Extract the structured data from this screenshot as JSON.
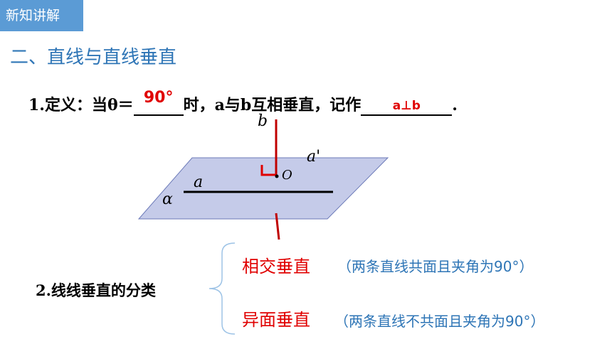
{
  "section_badge": "新知讲解",
  "heading": "二、直线与直线垂直",
  "definition": {
    "prefix": "1.定义：当θ＝",
    "answer_angle": "90°",
    "middle": "时，a与b互相垂直，记作",
    "answer_notation": "a⊥b",
    "suffix": "."
  },
  "diagram": {
    "label_b": "b",
    "label_a_prime": "a'",
    "label_o": "O",
    "label_a": "a",
    "label_alpha": "α",
    "plane_color": "#c5cbe9",
    "right_angle_color": "#e00000",
    "line_b_color": "#c00000"
  },
  "classification": {
    "title": "2.线线垂直的分类",
    "items": [
      {
        "name": "相交垂直",
        "note": "（两条直线共面且夹角为90°）"
      },
      {
        "name": "异面垂直",
        "note": "（两条直线不共面且夹角为90°）"
      }
    ]
  }
}
